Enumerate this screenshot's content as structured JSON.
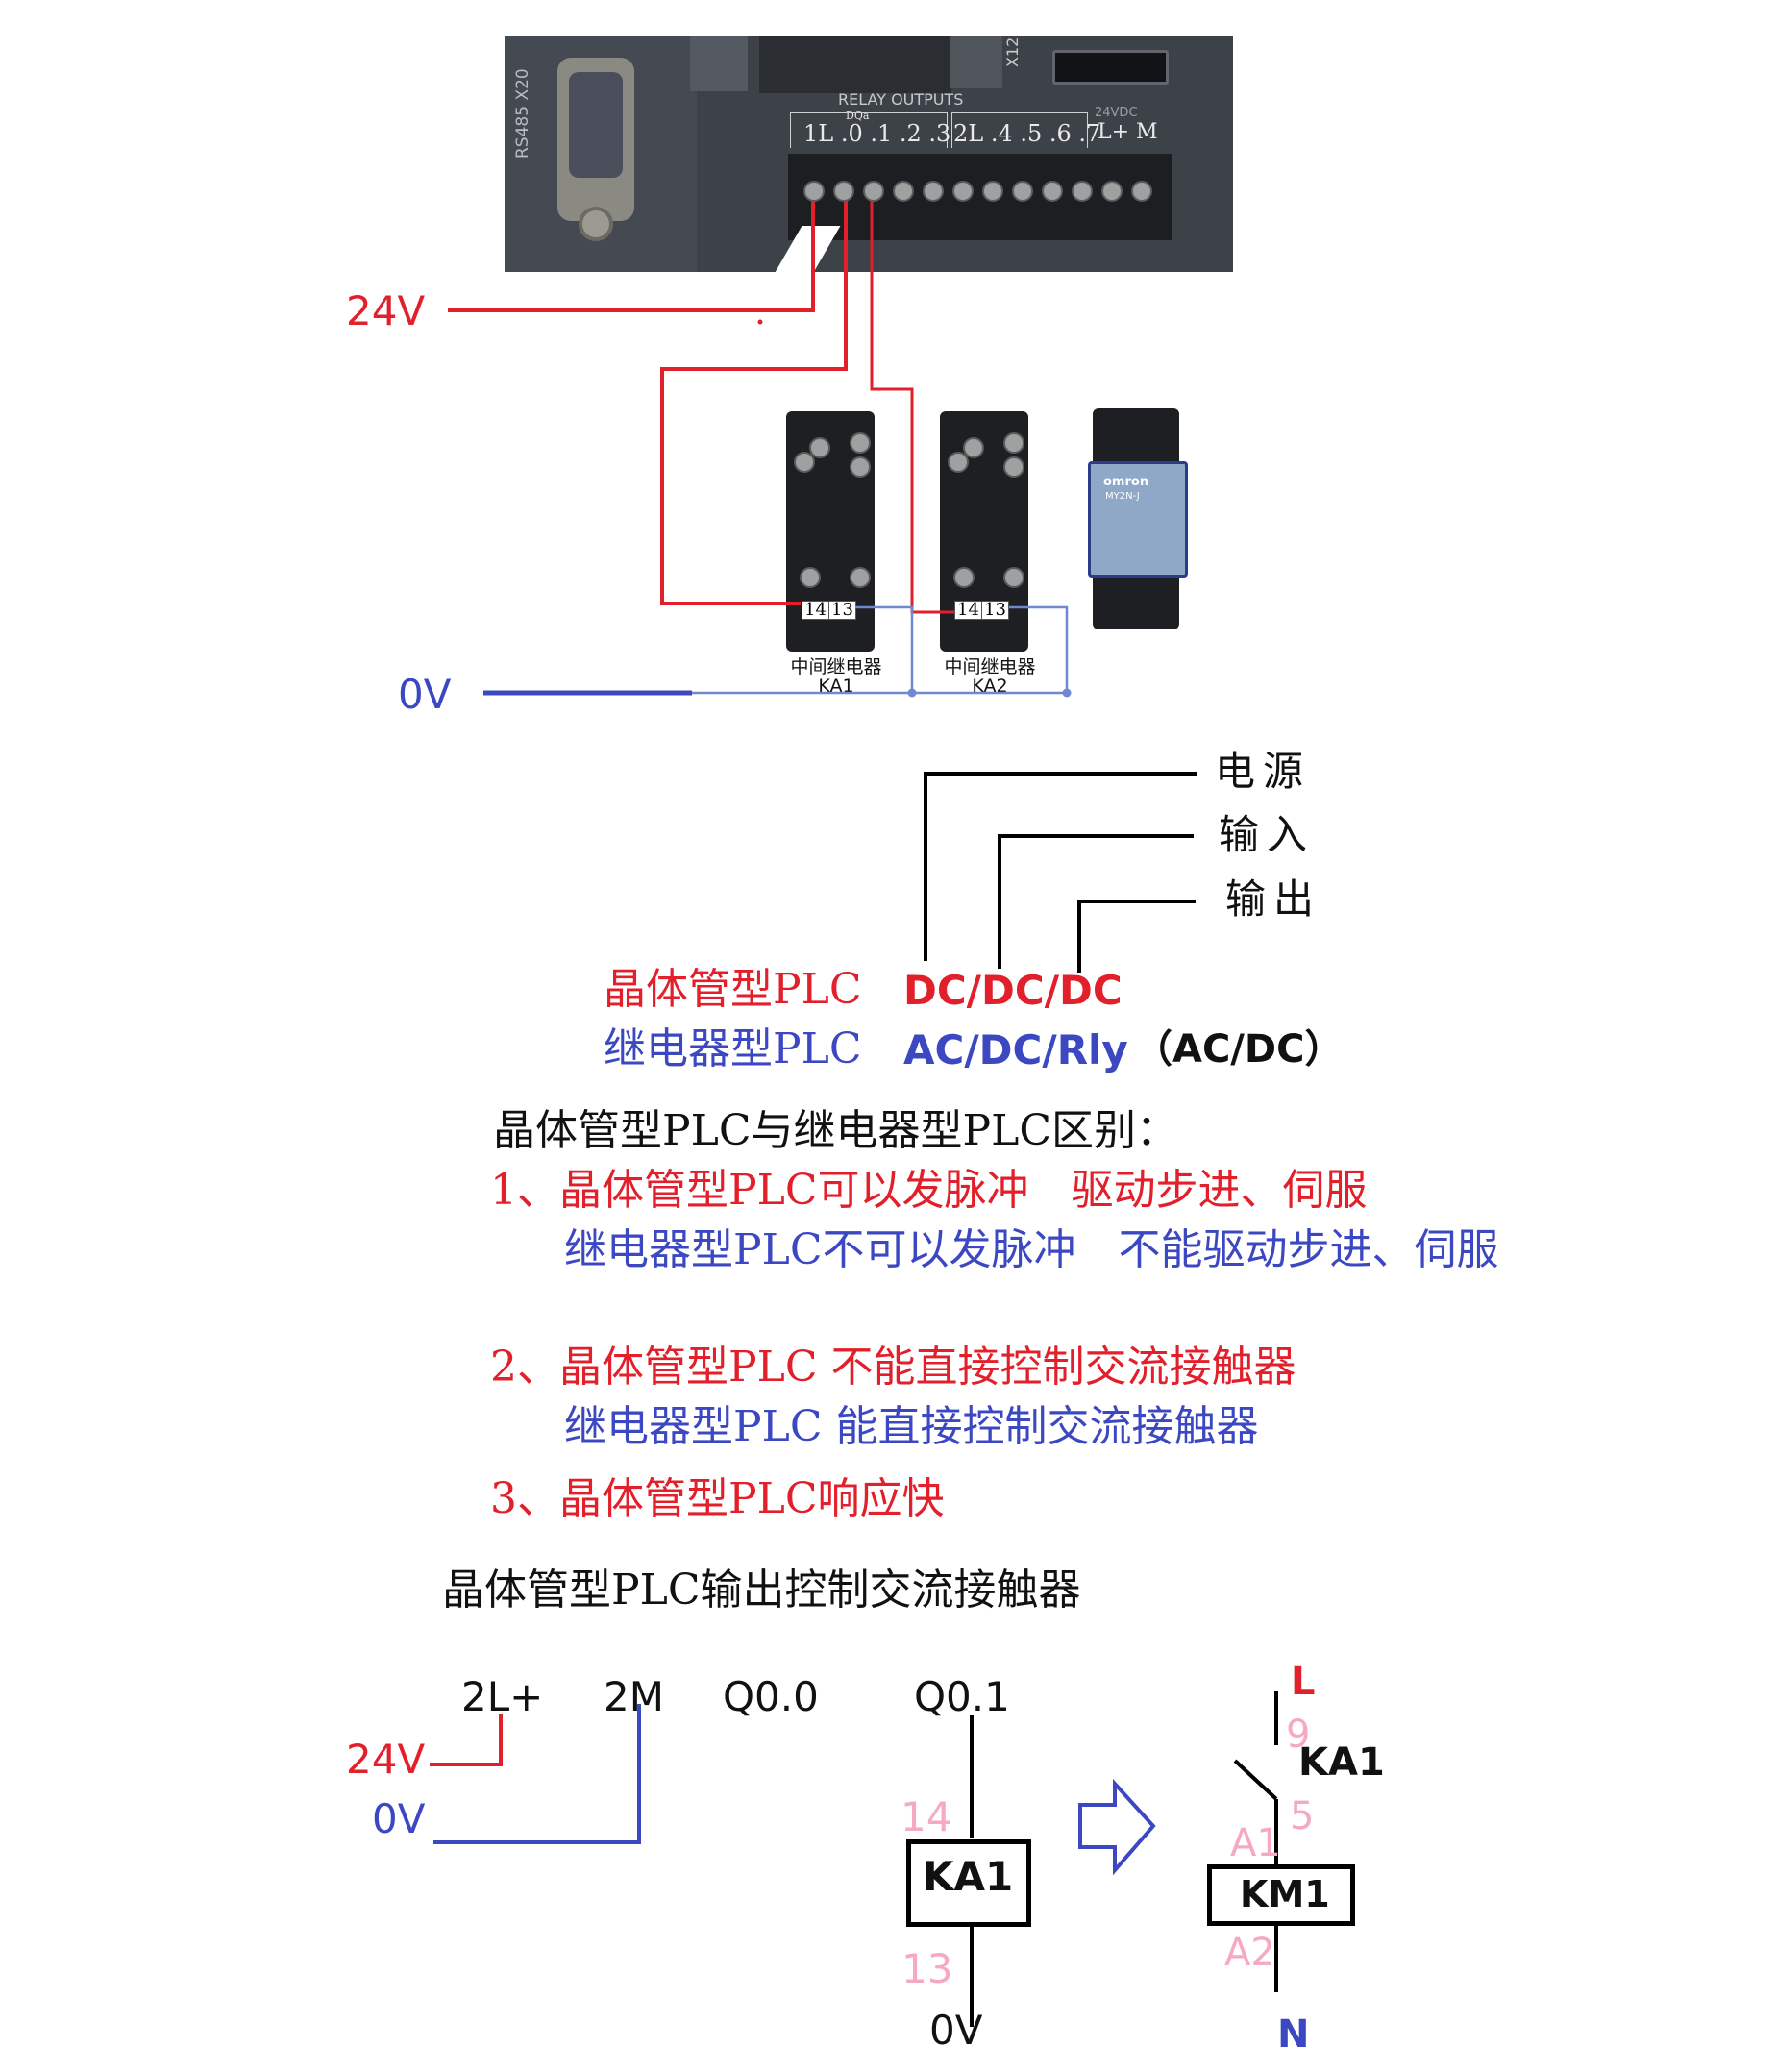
{
  "colors": {
    "red": "#e2202b",
    "blue": "#3c48c2",
    "wire_blue_thin": "#6f88cf",
    "pink": "#f5a9c4",
    "black": "#111111"
  },
  "plc_photo": {
    "port_label": "RS485  X20",
    "section_label": "RELAY OUTPUTS",
    "group_label": "DQa",
    "terminals_group1": "1L .0 .1 .2 .3",
    "terminals_group2": "2L .4 .5 .6 .7",
    "power_label": "24VDC",
    "power_terminals": "L+ M",
    "connector_label": "X12"
  },
  "wiring": {
    "supply_label": "24V",
    "ground_label": "0V",
    "relays": [
      {
        "name": "中间继电器",
        "id": "KA1",
        "terminal_a": "14",
        "terminal_b": "13"
      },
      {
        "name": "中间继电器",
        "id": "KA2",
        "terminal_a": "14",
        "terminal_b": "13"
      }
    ],
    "third_relay_brand": "omron",
    "third_relay_model": "MY2N-J"
  },
  "naming": {
    "callouts": [
      "电源",
      "输入",
      "输出"
    ],
    "transistor_row": {
      "type": "晶体管型PLC",
      "code": "DC/DC/DC"
    },
    "relay_row": {
      "type": "继电器型PLC",
      "code": "AC/DC/Rly",
      "note": "（AC/DC）"
    }
  },
  "differences": {
    "heading": "晶体管型PLC与继电器型PLC区别：",
    "items": [
      {
        "transistor": "1、晶体管型PLC可以发脉冲　驱动步进、伺服",
        "relay": "继电器型PLC不可以发脉冲　不能驱动步进、伺服"
      },
      {
        "transistor": "2、晶体管型PLC 不能直接控制交流接触器",
        "relay": "继电器型PLC 能直接控制交流接触器"
      },
      {
        "transistor": "3、晶体管型PLC响应快"
      }
    ]
  },
  "schematic": {
    "heading": "晶体管型PLC输出控制交流接触器",
    "terminals": [
      "2L+",
      "2M",
      "Q0.0",
      "Q0.1"
    ],
    "supply_label": "24V",
    "ground_label": "0V",
    "coil": {
      "label": "KA1",
      "pin_top": "14",
      "pin_bottom": "13",
      "return_label": "0V"
    },
    "contact": {
      "line_label": "L",
      "pin_top": "9",
      "pin_bottom": "5",
      "label": "KA1"
    },
    "contactor": {
      "label": "KM1",
      "pin_top": "A1",
      "pin_bottom": "A2",
      "neutral_label": "N"
    }
  }
}
